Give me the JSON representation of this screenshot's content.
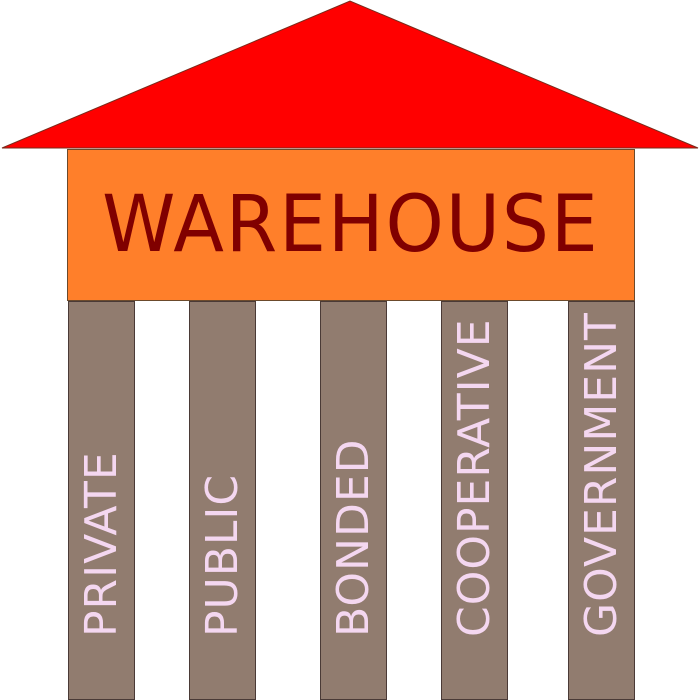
{
  "diagram": {
    "title": "WAREHOUSE",
    "pillars": [
      {
        "label": "PRIVATE"
      },
      {
        "label": "PUBLIC"
      },
      {
        "label": "BONDED"
      },
      {
        "label": "COOPERATIVE"
      },
      {
        "label": "GOVERNMENT"
      }
    ]
  },
  "colors": {
    "roof": "#ff0000",
    "beam": "#ff7f2a",
    "title_text": "#800000",
    "pillar": "#917c6f",
    "pillar_text": "#f4d7f0",
    "background": "#ffffff"
  }
}
